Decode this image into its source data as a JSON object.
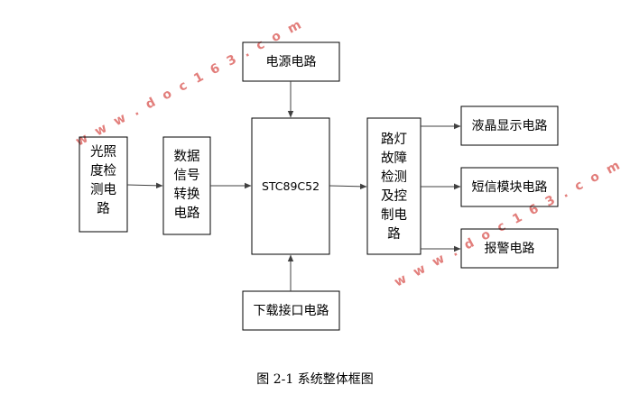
{
  "blocks": {
    "light_detect": [
      "光照",
      "度检",
      "测电",
      "路"
    ],
    "data_convert": [
      "数据",
      "信号",
      "转换",
      "电路"
    ],
    "power": "电源电路",
    "mcu": "STC89C52",
    "download": "下载接口电路",
    "fault_control": [
      "路灯",
      "故障",
      "检测",
      "及控",
      "制电",
      "路"
    ],
    "lcd": "液晶显示电路",
    "sms": "短信模块电路",
    "alarm": "报警电路"
  },
  "caption": "图 2-1 系统整体框图",
  "watermarks": [
    "w w w . d o c 1 6 3 . c o m",
    "w w w . d o c 1 6 3 . c o m"
  ],
  "colors": {
    "line": "#404040",
    "watermark": "#d9534f"
  }
}
